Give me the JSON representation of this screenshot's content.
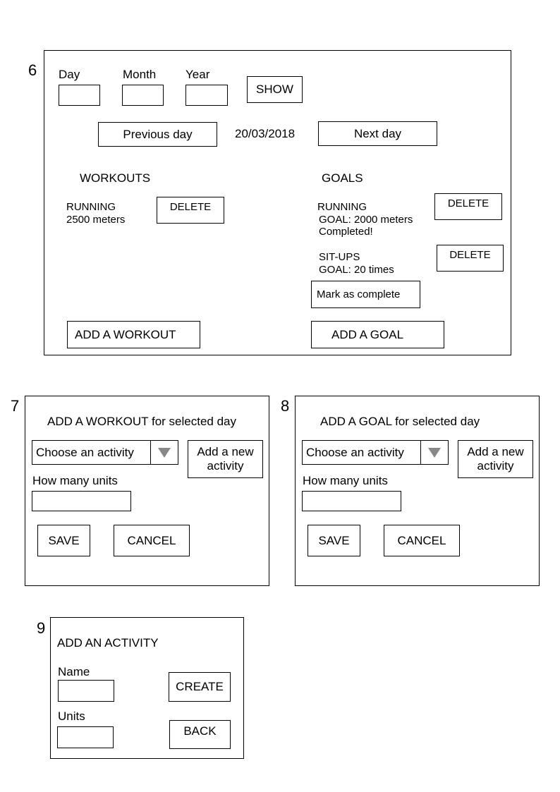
{
  "screen6": {
    "number": "6",
    "day_label": "Day",
    "month_label": "Month",
    "year_label": "Year",
    "show_button": "SHOW",
    "prev_day_button": "Previous day",
    "current_date": "20/03/2018",
    "next_day_button": "Next day",
    "workouts_heading": "WORKOUTS",
    "goals_heading": "GOALS",
    "workout": {
      "activity": "RUNNING",
      "amount": "2500 meters",
      "delete": "DELETE"
    },
    "goals": [
      {
        "activity": "RUNNING",
        "goal": "GOAL: 2000 meters",
        "status": "Completed!",
        "delete": "DELETE"
      },
      {
        "activity": "SIT-UPS",
        "goal": "GOAL: 20 times",
        "delete": "DELETE",
        "mark": "Mark as complete"
      }
    ],
    "add_workout_button": "ADD A WORKOUT",
    "add_goal_button": "ADD A GOAL"
  },
  "screen7": {
    "number": "7",
    "title": "ADD A WORKOUT for selected day",
    "select_value": "Choose an activity",
    "add_activity_button": "Add a new activity",
    "units_label": "How many units",
    "save_button": "SAVE",
    "cancel_button": "CANCEL"
  },
  "screen8": {
    "number": "8",
    "title": "ADD A GOAL for selected day",
    "select_value": "Choose an activity",
    "add_activity_button": "Add a new activity",
    "units_label": "How many units",
    "save_button": "SAVE",
    "cancel_button": "CANCEL"
  },
  "screen9": {
    "number": "9",
    "title": "ADD AN ACTIVITY",
    "name_label": "Name",
    "units_label": "Units",
    "create_button": "CREATE",
    "back_button": "BACK"
  },
  "colors": {
    "dropdown_arrow": "#888888"
  }
}
